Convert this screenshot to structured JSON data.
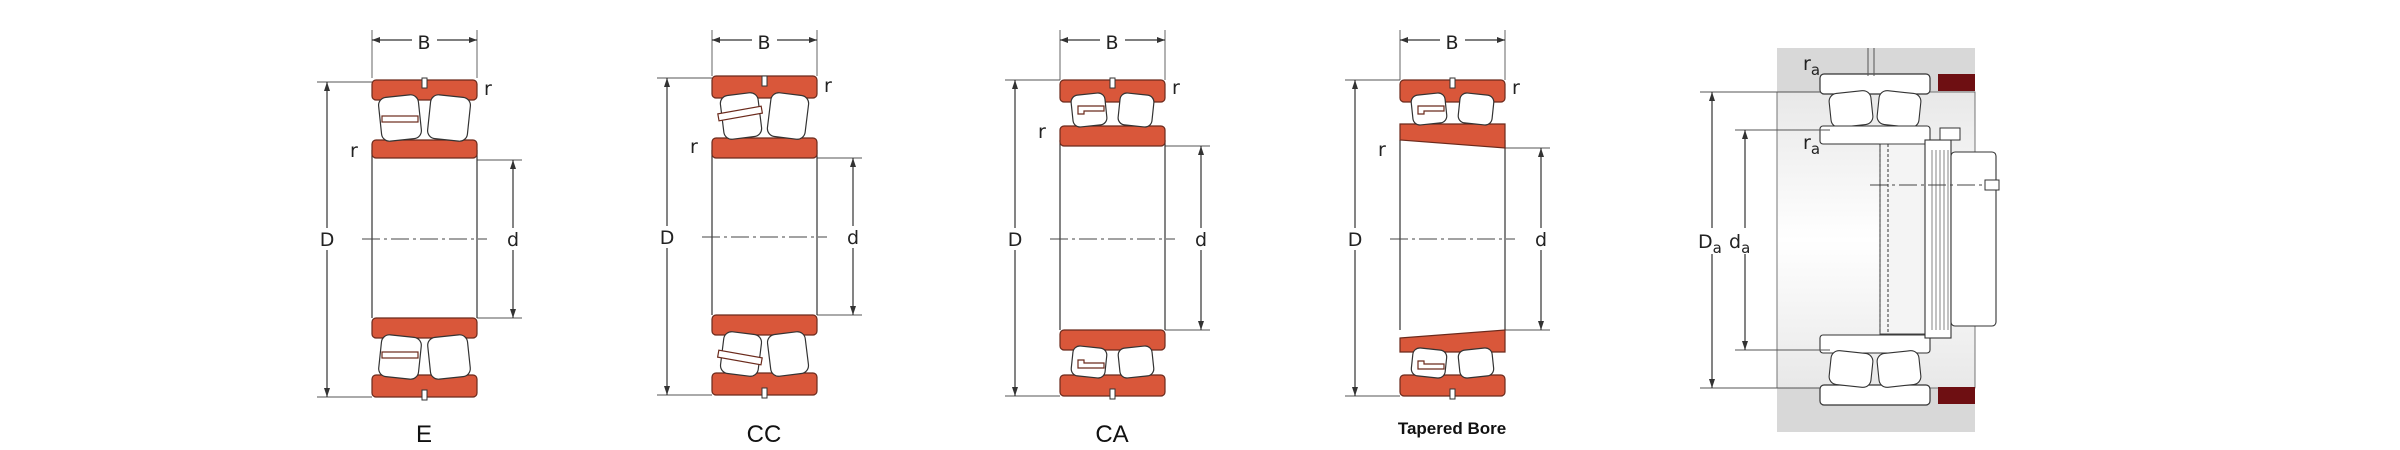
{
  "figure": {
    "variants": [
      {
        "caption": "E",
        "caption_style": "large",
        "width_label": "B",
        "outer_label": "D",
        "bore_label": "d",
        "radius_label": "r"
      },
      {
        "caption": "CC",
        "caption_style": "large",
        "width_label": "B",
        "outer_label": "D",
        "bore_label": "d",
        "radius_label": "r"
      },
      {
        "caption": "CA",
        "caption_style": "large",
        "width_label": "B",
        "outer_label": "D",
        "bore_label": "d",
        "radius_label": "r"
      },
      {
        "caption": "Tapered Bore",
        "caption_style": "small",
        "width_label": "B",
        "outer_label": "D",
        "bore_label": "d",
        "radius_label": "r"
      }
    ],
    "mounting": {
      "housing_dia_label": "D",
      "housing_dia_sub": "a",
      "shaft_dia_label": "d",
      "shaft_dia_sub": "a",
      "fillet_label": "r",
      "fillet_sub": "a"
    }
  },
  "colors": {
    "ring": "#d9573a",
    "ring_edge": "#6b2a1c",
    "housing": "#d8d8d8",
    "seal": "#6e0f12",
    "line": "#333333"
  }
}
